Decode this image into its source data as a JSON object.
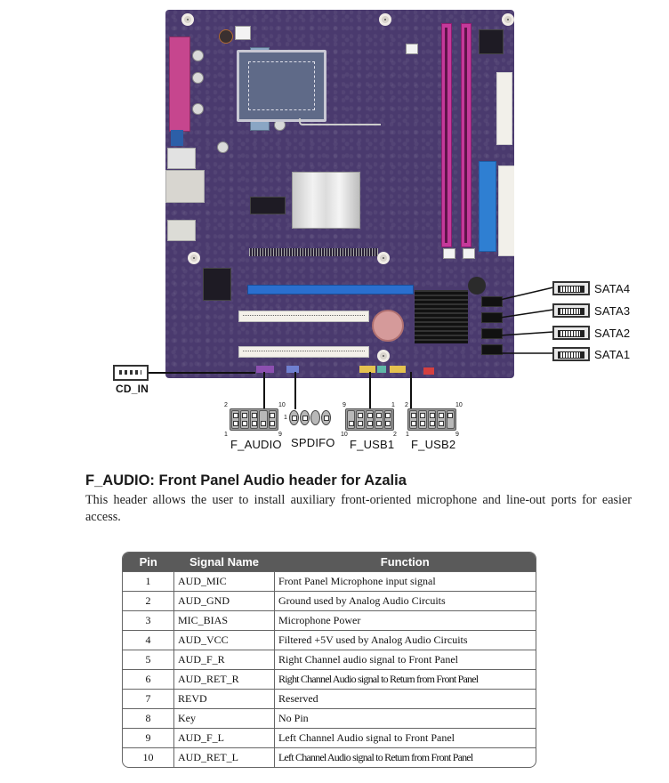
{
  "figure": {
    "callouts": {
      "cd_in": "CD_IN",
      "sata": [
        "SATA4",
        "SATA3",
        "SATA2",
        "SATA1"
      ],
      "headers": [
        {
          "name": "F_AUDIO",
          "pin_top_left": "2",
          "pin_top_right": "10",
          "pin_bottom_left": "1",
          "pin_bottom_right": "9"
        },
        {
          "name": "SPDIFO",
          "pin_left": "1"
        },
        {
          "name": "F_USB1",
          "pin_top_left": "9",
          "pin_top_right": "1",
          "pin_bottom_left": "10",
          "pin_bottom_right": "2"
        },
        {
          "name": "F_USB2",
          "pin_top_left": "2",
          "pin_top_right": "10",
          "pin_bottom_left": "1",
          "pin_bottom_right": "9"
        }
      ]
    },
    "board_color": "#4a3a6e",
    "dimm_color": "#c4399a",
    "pcie_color": "#2a6fcf"
  },
  "section": {
    "title": "F_AUDIO: Front Panel Audio header for Azalia",
    "description": "This header allows the user to install auxiliary front-oriented microphone and line-out ports for easier access."
  },
  "table": {
    "headers": [
      "Pin",
      "Signal Name",
      "Function"
    ],
    "rows": [
      {
        "pin": "1",
        "signal": "AUD_MIC",
        "function": "Front Panel Microphone input signal"
      },
      {
        "pin": "2",
        "signal": "AUD_GND",
        "function": "Ground used by Analog Audio Circuits"
      },
      {
        "pin": "3",
        "signal": "MIC_BIAS",
        "function": "Microphone Power"
      },
      {
        "pin": "4",
        "signal": "AUD_VCC",
        "function": "Filtered +5V used by Analog Audio Circuits"
      },
      {
        "pin": "5",
        "signal": "AUD_F_R",
        "function": "Right Channel audio signal to Front Panel"
      },
      {
        "pin": "6",
        "signal": "AUD_RET_R",
        "function": "Right Channel Audio signal to Return from Front Panel"
      },
      {
        "pin": "7",
        "signal": "REVD",
        "function": "Reserved"
      },
      {
        "pin": "8",
        "signal": "Key",
        "function": "No Pin"
      },
      {
        "pin": "9",
        "signal": "AUD_F_L",
        "function": "Left Channel Audio signal to Front Panel"
      },
      {
        "pin": "10",
        "signal": "AUD_RET_L",
        "function": "Left Channel Audio signal to Return from Front Panel"
      }
    ]
  }
}
